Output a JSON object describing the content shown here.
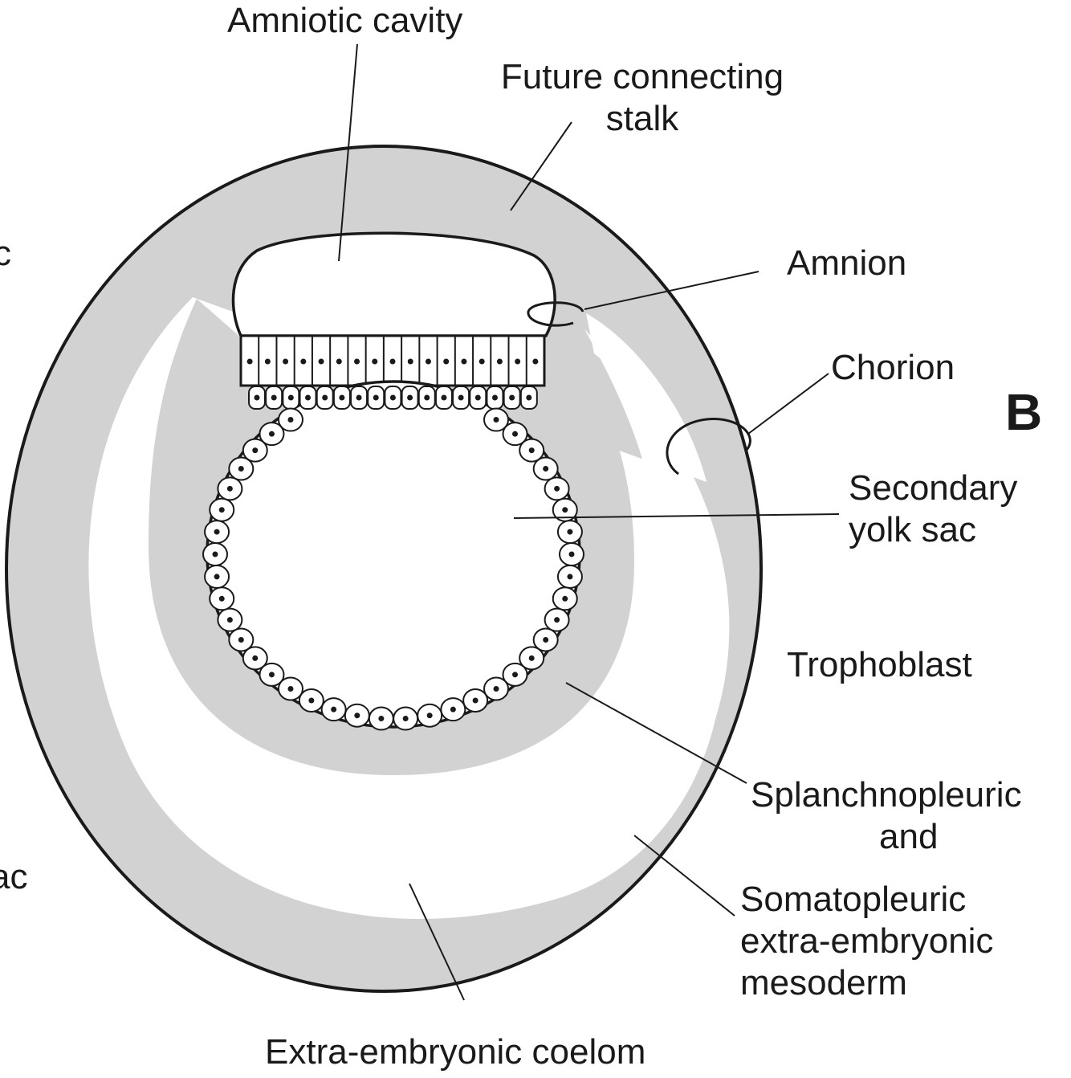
{
  "panel_letter": "B",
  "labels": {
    "amniotic_cavity": "Amniotic cavity",
    "future_connecting_stalk": [
      "Future connecting",
      "stalk"
    ],
    "amnion": "Amnion",
    "chorion": "Chorion",
    "secondary_yolk_sac": [
      "Secondary",
      "yolk sac"
    ],
    "trophoblast": "Trophoblast",
    "mesoderm": [
      "Splanchnopleuric",
      "and",
      "Somatopleuric",
      "extra-embryonic",
      "mesoderm"
    ],
    "extra_embryonic_coelom": "Extra-embryonic coelom",
    "left_edge_fragments": [
      "c",
      "ac"
    ]
  },
  "colors": {
    "mesoderm_fill": "#d2d2d2",
    "outline": "#1a1a1a",
    "background": "#ffffff"
  }
}
